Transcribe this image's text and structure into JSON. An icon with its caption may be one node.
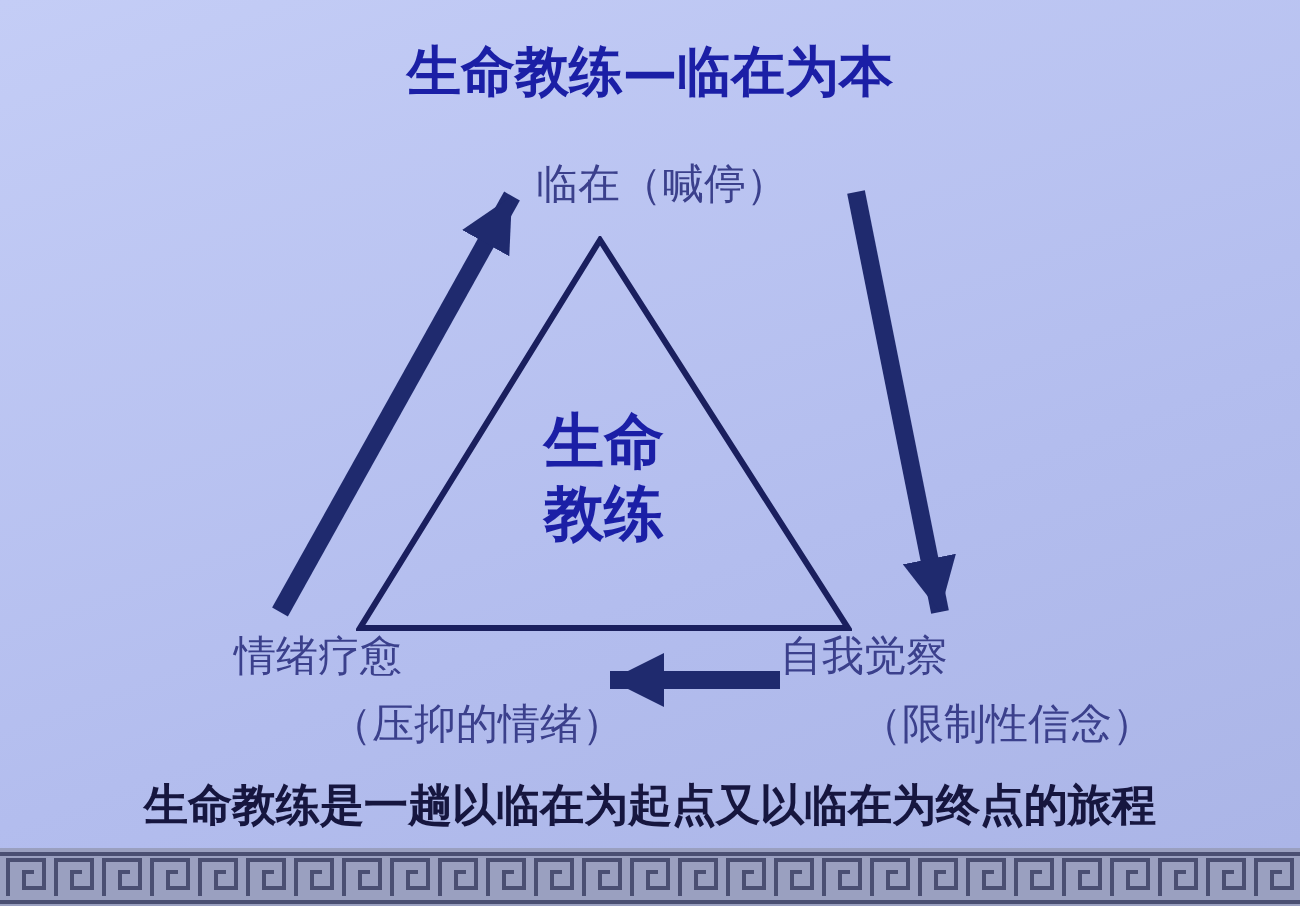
{
  "diagram": {
    "title": "生命教练—临在为本",
    "nodes": [
      {
        "text": [
          "生命教练"
        ]
      },
      {
        "text": [
          "临在（喊停）"
        ]
      },
      {
        "text": [
          "自我觉察",
          "（限制性信念）"
        ]
      },
      {
        "text": [
          "情绪疗愈",
          "（压抑的情绪）"
        ]
      }
    ],
    "edges": [
      {
        "from": 1,
        "to": 2,
        "arrow": "to"
      },
      {
        "from": 2,
        "to": 3,
        "arrow": "to"
      },
      {
        "from": 3,
        "to": 1,
        "arrow": "to"
      }
    ],
    "caption": "生命教练是一趟以临在为起点又以临在为终点的旅程"
  }
}
